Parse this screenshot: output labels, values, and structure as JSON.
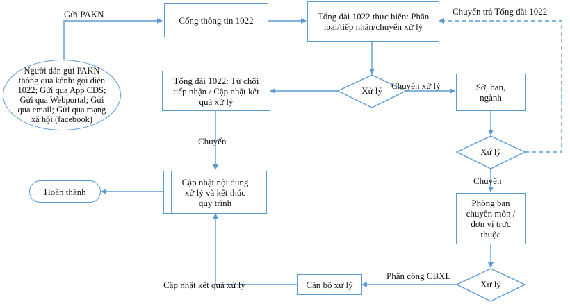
{
  "nodes": {
    "citizen": "Người dân gửi PAKN thông qua kênh: gọi điện 1022; Gửi qua App CDS; Gửi qua Webportal; Gửi qua email; Gửi qua mạng xã hội (facebook)",
    "portal": "Cổng thông tin 1022",
    "center_process": "Tổng đài 1022 thực hiện: Phân loại/tiếp nhận/chuyển xử lý",
    "decision1": "Xử lý",
    "reject_update": "Tổng đài 1022: Từ chối tiếp nhận / Cập nhật kết quả xử lý",
    "department": "Sở, ban, ngành",
    "decision2": "Xử lý",
    "update_finish": "Cập nhật nội dung xử lý và kết thúc quy trình",
    "done": "Hoàn thành",
    "specialist_unit": "Phòng ban chuyên môn / đơn vị trực thuộc",
    "decision3": "Xử lý",
    "officer": "Cán bộ xử lý"
  },
  "edge_labels": {
    "send": "Gửi PAKN",
    "return_center": "Chuyển trả Tổng đài 1022",
    "forward_processing": "Chuyển xử lý",
    "transfer_1": "Chuyển",
    "transfer_2": "Chuyển",
    "assign": "Phân công CBXL",
    "update_result": "Cập nhật kết quả xử lý"
  },
  "colors": {
    "stroke": "#5b9bd5",
    "text": "#111111"
  }
}
